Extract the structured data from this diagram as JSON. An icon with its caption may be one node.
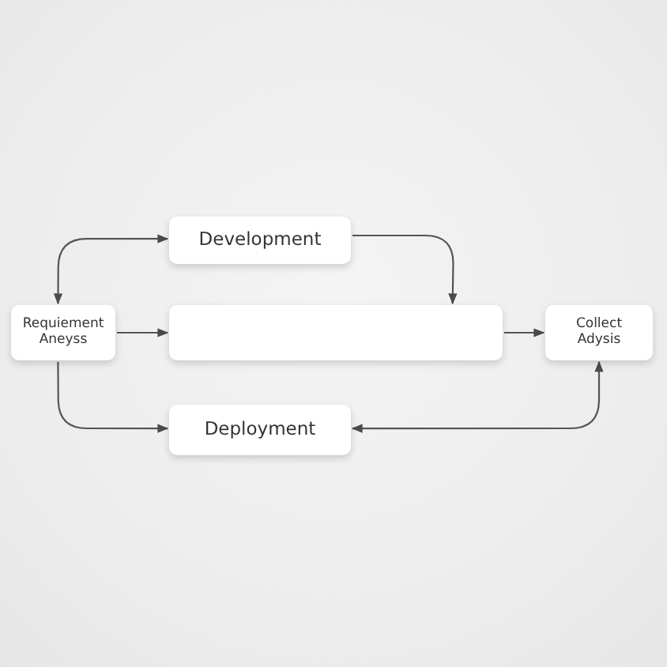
{
  "diagram": {
    "nodes": [
      {
        "text": [
          "Development"
        ]
      },
      {
        "text": [
          "Requiement Aneyss"
        ]
      },
      {
        "text": [],
        "shape": "box"
      },
      {
        "text": [
          "Collect Adysis"
        ]
      },
      {
        "text": [
          "Deployment"
        ]
      }
    ],
    "edges": [
      {
        "from": 1,
        "to": 0,
        "arrow": "both"
      },
      {
        "from": 1,
        "to": 4,
        "arrow": "to"
      },
      {
        "from": 1,
        "to": 2,
        "arrow": "to"
      },
      {
        "from": 0,
        "to": 2,
        "arrow": "to"
      },
      {
        "from": 2,
        "to": 3,
        "arrow": "to"
      },
      {
        "from": 3,
        "to": 4,
        "arrow": "both"
      }
    ]
  }
}
